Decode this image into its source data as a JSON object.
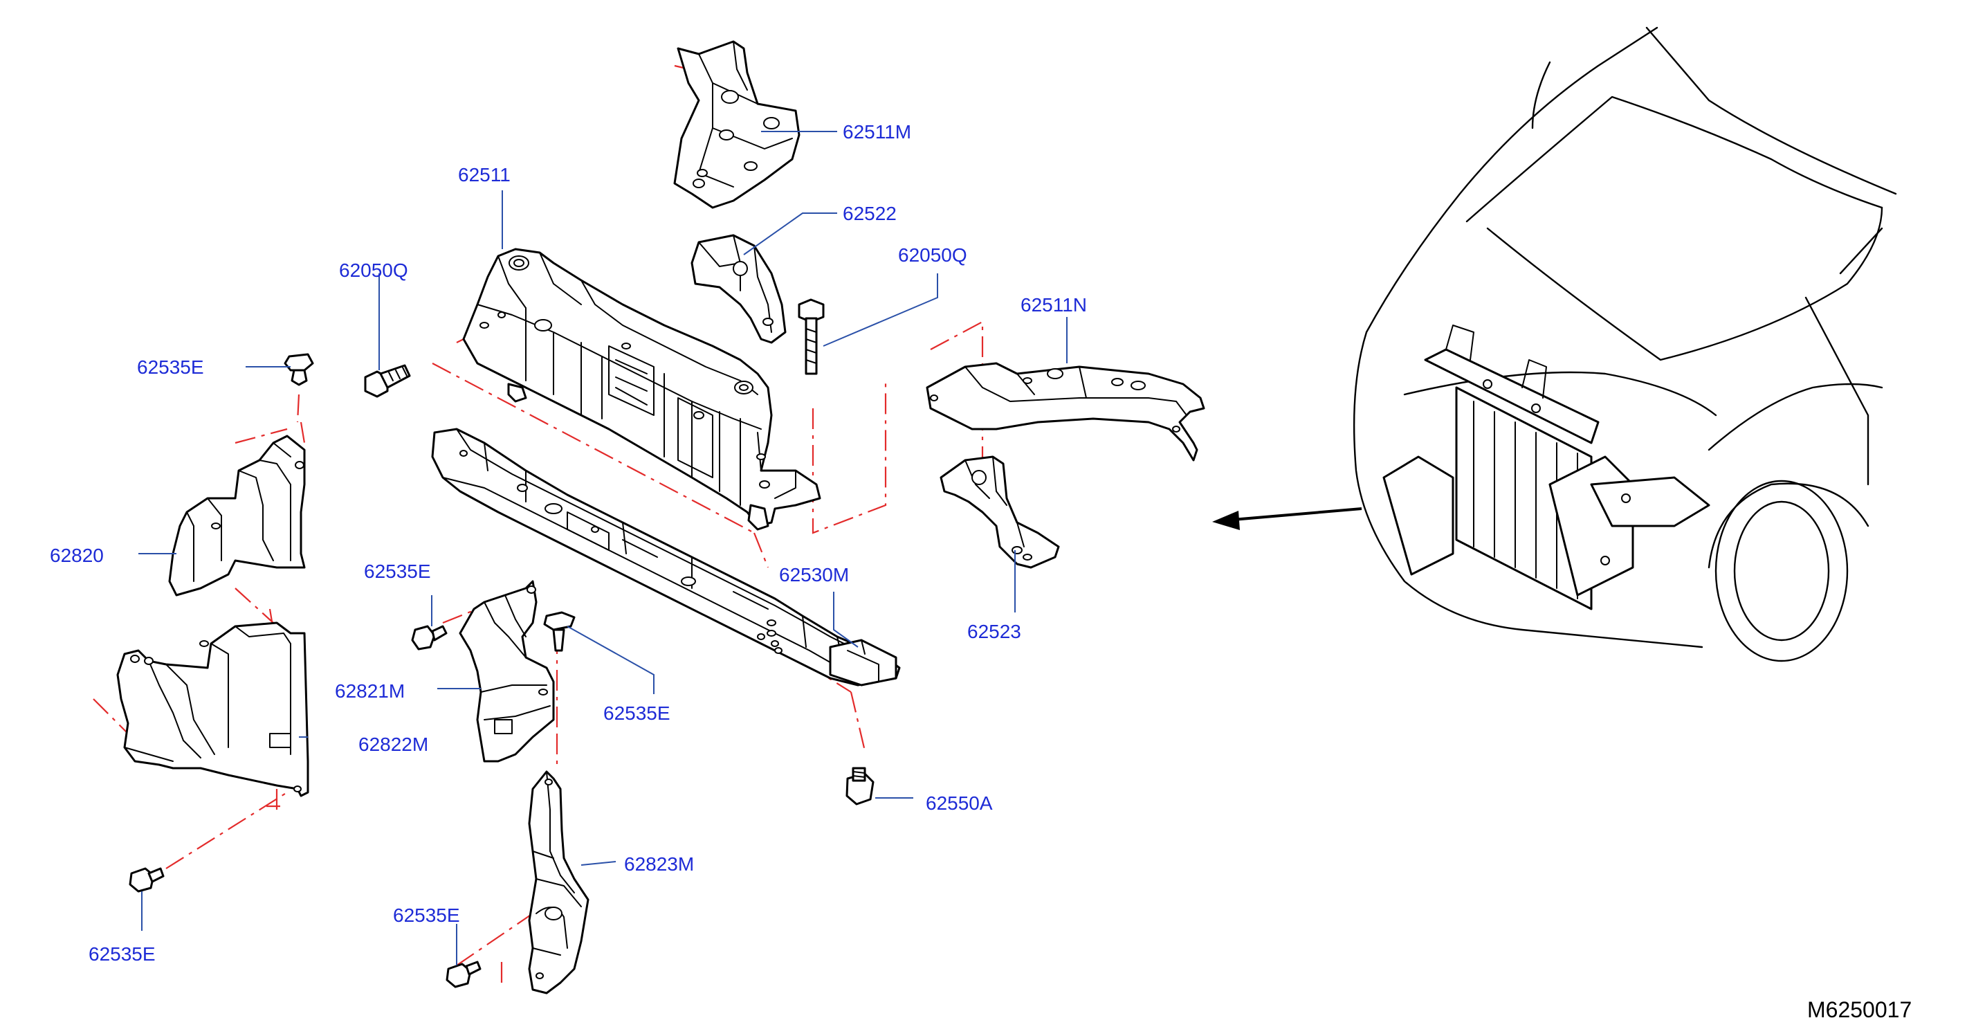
{
  "labels": {
    "p62511M": "62511M",
    "p62511": "62511",
    "p62522": "62522",
    "p62050Q_a": "62050Q",
    "p62050Q_b": "62050Q",
    "p62511N": "62511N",
    "p62535E_a": "62535E",
    "p62820": "62820",
    "p62535E_b": "62535E",
    "p62530M": "62530M",
    "p62523": "62523",
    "p62821M": "62821M",
    "p62535E_c": "62535E",
    "p62822M": "62822M",
    "p62550A": "62550A",
    "p62823M": "62823M",
    "p62535E_d": "62535E",
    "p62535E_e": "62535E"
  },
  "diagram_code": "M6250017",
  "colors": {
    "label_text": "#1d2bd6",
    "leader_line": "#2a50a8",
    "center_line": "#e32b2b",
    "outline": "#000000"
  }
}
